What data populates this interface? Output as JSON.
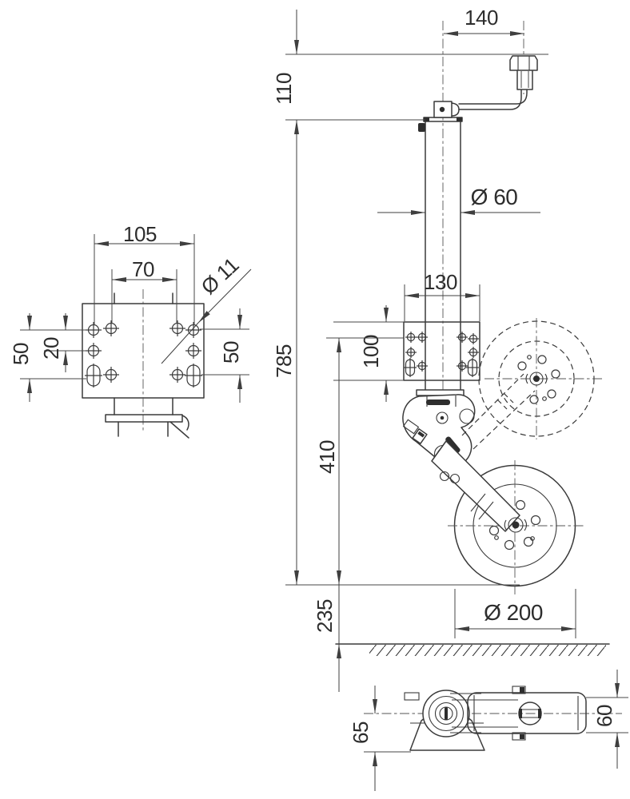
{
  "drawing": {
    "front_view": {
      "dim_outer_hole_spacing": "105",
      "dim_inner_hole_spacing": "70",
      "dim_hole_diameter": "Ø 11",
      "dim_left_row_span": "50",
      "dim_row_gap": "20",
      "dim_right_row_span": "50"
    },
    "side_view": {
      "dim_crank_offset": "140",
      "dim_crank_height": "110",
      "dim_overall_height": "785",
      "dim_lift_stroke": "410",
      "dim_ground_clearance": "235",
      "dim_tube_diameter": "Ø 60",
      "dim_bracket_width": "130",
      "dim_bracket_height": "100",
      "dim_wheel_diameter": "Ø 200"
    },
    "top_view": {
      "dim_base_height": "65",
      "dim_wheel_width": "60"
    }
  }
}
